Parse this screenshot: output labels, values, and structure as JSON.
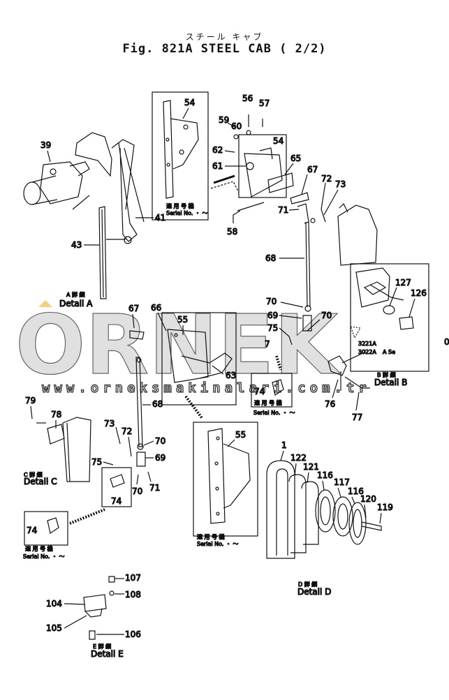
{
  "title_ja": "スチール キャブ",
  "title": "Fig. 821A STEEL CAB ( 2/2)",
  "watermark": {
    "logo": "ORNEK",
    "url": "www.orneksmakinalari.com.tr"
  },
  "callouts": {
    "p1": "1",
    "p39": "39",
    "p41": "41",
    "p43": "43",
    "p54a": "54",
    "p54b": "54",
    "p55a": "55",
    "p55b": "55",
    "p56": "56",
    "p57": "57",
    "p58": "58",
    "p59": "59",
    "p60": "60",
    "p61": "61",
    "p62": "62",
    "p63": "63",
    "p65": "65",
    "p66": "66",
    "p67a": "67",
    "p67b": "67",
    "p68a": "68",
    "p68b": "68",
    "p69a": "69",
    "p69b": "69",
    "p70a": "70",
    "p70b": "70",
    "p70c": "70",
    "p70d": "70",
    "p71a": "71",
    "p71b": "71",
    "p72a": "72",
    "p72b": "72",
    "p73a": "73",
    "p73b": "73",
    "p74a": "74",
    "p74b": "74",
    "p74c": "74",
    "p75a": "75",
    "p75b": "75",
    "p76": "76",
    "p77": "77",
    "p78": "78",
    "p79": "79",
    "p104": "104",
    "p105": "105",
    "p106": "106",
    "p107": "107",
    "p108": "108",
    "p116a": "116",
    "p116b": "116",
    "p117": "117",
    "p119": "119",
    "p120": "120",
    "p121": "121",
    "p122": "122",
    "p126": "126",
    "p127": "127"
  },
  "details": {
    "a_ja": "A 詳 細",
    "a": "Detail A",
    "b_ja": "B 詳 細",
    "b": "Detail B",
    "c_ja": "C 詳 細",
    "c": "Detail C",
    "d_ja": "D 詳 細",
    "d": "Detail D",
    "e_ja": "E 詳 細",
    "e": "Detail E"
  },
  "serials": {
    "ja": "適 用 号 機",
    "serial": "Serial No. ・ ～"
  },
  "fragments": {
    "f1": "3221A",
    "f2": "3022A",
    "f3": "A Se",
    "f4": "0",
    "f5": "7"
  }
}
